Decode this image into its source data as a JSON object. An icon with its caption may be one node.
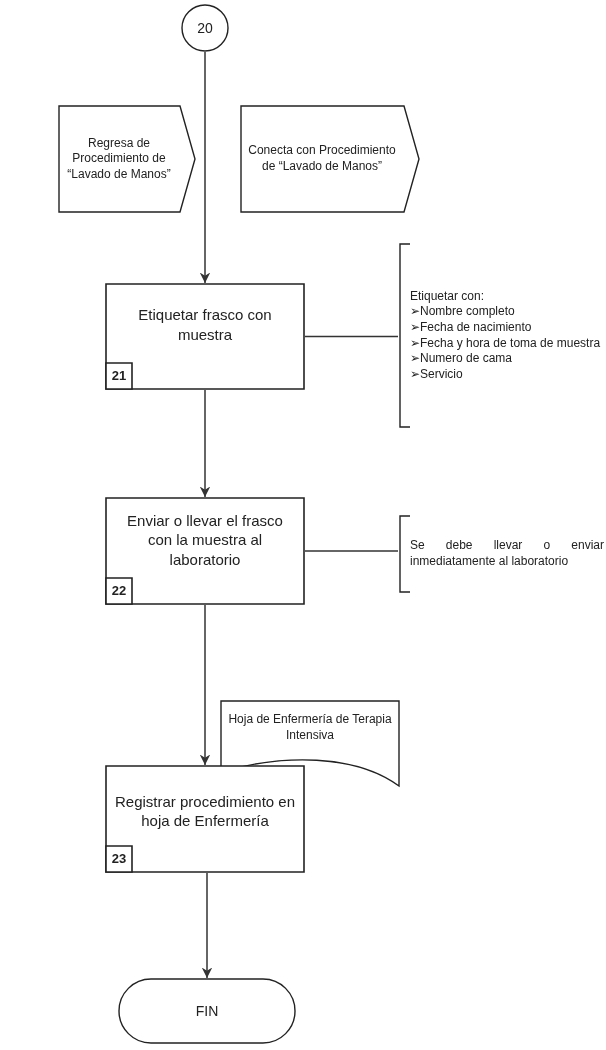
{
  "diagram": {
    "nodes": [
      {
        "text": [
          "20"
        ]
      },
      {
        "text": [
          "Regresa de Procedimiento de “Lavado de Manos”"
        ]
      },
      {
        "text": [
          "Conecta con Procedimiento de “Lavado de Manos”"
        ]
      },
      {
        "text": [
          "Etiquetar frasco con muestra"
        ]
      },
      {
        "text": [
          "21"
        ],
        "in": 3
      },
      {
        "text": [
          "Etiquetar con:",
          "➢Nombre completo",
          "➢Fecha de nacimiento",
          "➢Fecha y hora de toma de muestra",
          "➢Numero de cama",
          "➢Servicio"
        ]
      },
      {
        "text": [
          "Enviar o llevar el frasco con la muestra al laboratorio"
        ]
      },
      {
        "text": [
          "22"
        ],
        "in": 6
      },
      {
        "text": [
          "Se debe llevar o enviar inmediatamente al laboratorio"
        ]
      },
      {
        "text": [
          "Hoja de Enfermería de Terapia Intensiva"
        ]
      },
      {
        "text": [
          "Registrar procedimiento en hoja de Enfermería"
        ]
      },
      {
        "text": [
          "23"
        ],
        "in": 10
      },
      {
        "text": [
          "FIN"
        ]
      }
    ],
    "edges": [
      {
        "from": 0,
        "to": 3,
        "arrow": "to"
      },
      {
        "from": 3,
        "to": 5,
        "arrow": "none"
      },
      {
        "from": 3,
        "to": 6,
        "arrow": "to"
      },
      {
        "from": 6,
        "to": 8,
        "arrow": "none"
      },
      {
        "from": 6,
        "to": 10,
        "arrow": "to"
      },
      {
        "from": 10,
        "to": 12,
        "arrow": "to"
      }
    ]
  }
}
